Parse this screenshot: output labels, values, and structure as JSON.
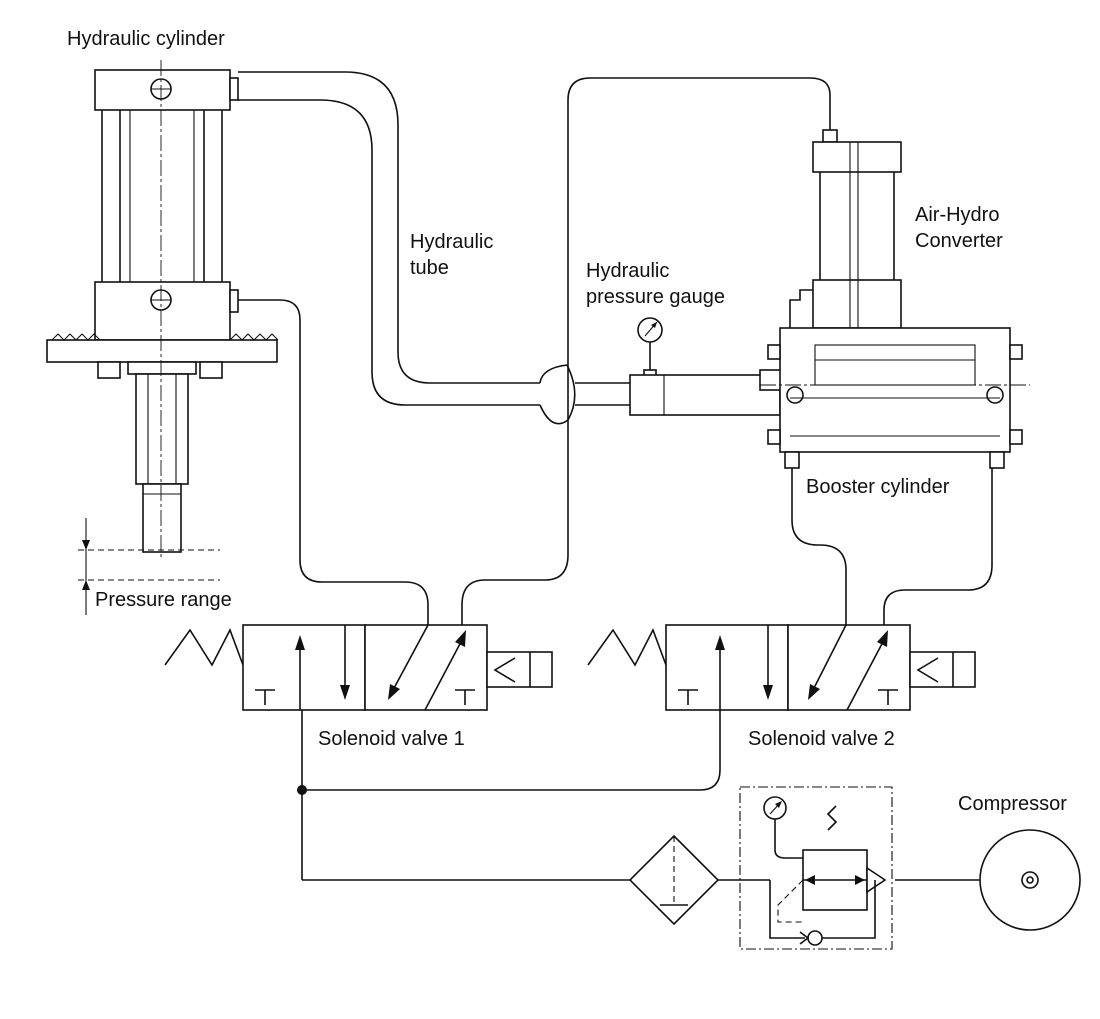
{
  "labels": {
    "hydraulic_cylinder": "Hydraulic cylinder",
    "hydraulic_tube_line1": "Hydraulic",
    "hydraulic_tube_line2": "tube",
    "pressure_gauge_line1": "Hydraulic",
    "pressure_gauge_line2": "pressure gauge",
    "air_hydro_line1": "Air-Hydro",
    "air_hydro_line2": "Converter",
    "booster_cylinder": "Booster cylinder",
    "pressure_range": "Pressure range",
    "solenoid_valve_1": "Solenoid valve 1",
    "solenoid_valve_2": "Solenoid valve 2",
    "compressor": "Compressor"
  },
  "colors": {
    "line": "#111111",
    "background": "#ffffff"
  }
}
